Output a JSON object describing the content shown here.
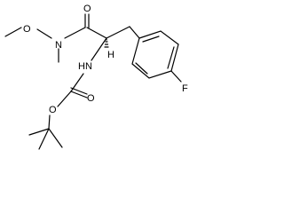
{
  "molecule": {
    "atoms": {
      "o_methoxy": "O",
      "n_amide": "N",
      "o_carbonyl_top": "O",
      "h_stereo": "H",
      "n_carbamate": "HN",
      "o_carbamate_carbonyl": "O",
      "o_carbamate_ester": "O",
      "fluorine": "F"
    }
  }
}
